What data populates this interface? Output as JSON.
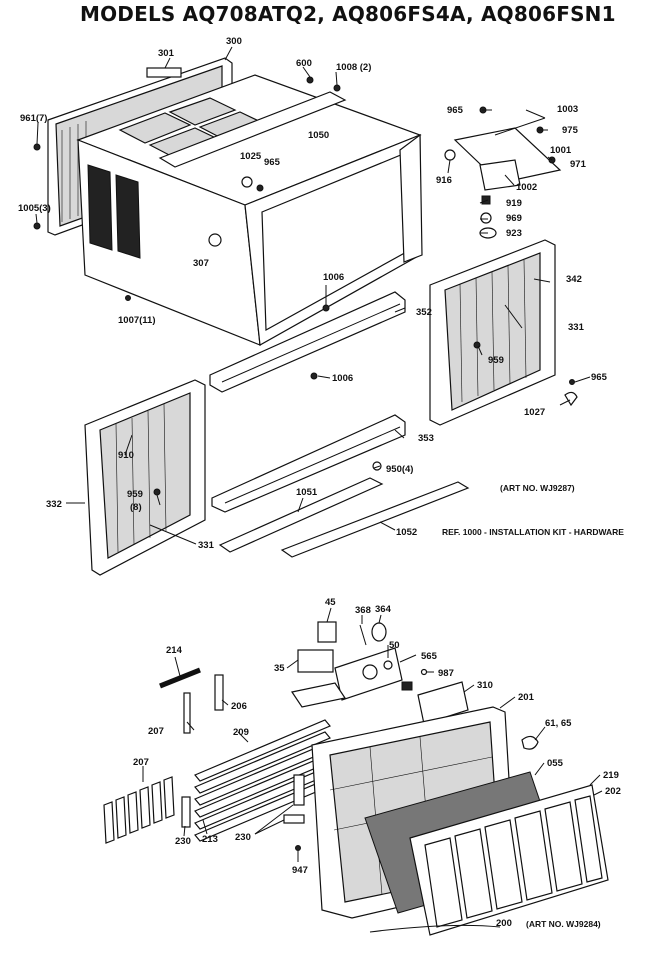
{
  "title": "MODELS AQ708ATQ2, AQ806FS4A, AQ806FSN1",
  "labels": [
    {
      "id": "301",
      "text": "301"
    },
    {
      "id": "300",
      "text": "300"
    },
    {
      "id": "600",
      "text": "600"
    },
    {
      "id": "1008",
      "text": "1008 (2)"
    },
    {
      "id": "1050",
      "text": "1050"
    },
    {
      "id": "961",
      "text": "961(7)"
    },
    {
      "id": "1005",
      "text": "1005(3)"
    },
    {
      "id": "1025",
      "text": "1025"
    },
    {
      "id": "965a",
      "text": "965"
    },
    {
      "id": "307",
      "text": "307"
    },
    {
      "id": "1007",
      "text": "1007(11)"
    },
    {
      "id": "965b",
      "text": "965"
    },
    {
      "id": "1003",
      "text": "1003"
    },
    {
      "id": "975",
      "text": "975"
    },
    {
      "id": "1001",
      "text": "1001"
    },
    {
      "id": "971",
      "text": "971"
    },
    {
      "id": "916",
      "text": "916"
    },
    {
      "id": "1002",
      "text": "1002"
    },
    {
      "id": "919",
      "text": "919"
    },
    {
      "id": "969",
      "text": "969"
    },
    {
      "id": "923",
      "text": "923"
    },
    {
      "id": "342",
      "text": "342"
    },
    {
      "id": "331a",
      "text": "331"
    },
    {
      "id": "959a",
      "text": "959"
    },
    {
      "id": "1006a",
      "text": "1006"
    },
    {
      "id": "352",
      "text": "352"
    },
    {
      "id": "1006b",
      "text": "1006"
    },
    {
      "id": "965c",
      "text": "965"
    },
    {
      "id": "1027",
      "text": "1027"
    },
    {
      "id": "910",
      "text": "910"
    },
    {
      "id": "353",
      "text": "353"
    },
    {
      "id": "950",
      "text": "950(4)"
    },
    {
      "id": "959b",
      "text": "959"
    },
    {
      "id": "8",
      "text": "(8)"
    },
    {
      "id": "332",
      "text": "332"
    },
    {
      "id": "1051",
      "text": "1051"
    },
    {
      "id": "331b",
      "text": "331"
    },
    {
      "id": "1052",
      "text": "1052"
    },
    {
      "id": "45",
      "text": "45"
    },
    {
      "id": "368",
      "text": "368"
    },
    {
      "id": "364",
      "text": "364"
    },
    {
      "id": "214",
      "text": "214"
    },
    {
      "id": "35",
      "text": "35"
    },
    {
      "id": "50",
      "text": "50"
    },
    {
      "id": "565",
      "text": "565"
    },
    {
      "id": "987",
      "text": "987"
    },
    {
      "id": "206",
      "text": "206"
    },
    {
      "id": "310",
      "text": "310"
    },
    {
      "id": "201",
      "text": "201"
    },
    {
      "id": "207a",
      "text": "207"
    },
    {
      "id": "209",
      "text": "209"
    },
    {
      "id": "61",
      "text": "61, 65"
    },
    {
      "id": "207b",
      "text": "207"
    },
    {
      "id": "055",
      "text": "055"
    },
    {
      "id": "219",
      "text": "219"
    },
    {
      "id": "202",
      "text": "202"
    },
    {
      "id": "230a",
      "text": "230"
    },
    {
      "id": "213",
      "text": "213"
    },
    {
      "id": "230b",
      "text": "230"
    },
    {
      "id": "947",
      "text": "947"
    },
    {
      "id": "200",
      "text": "200"
    }
  ],
  "notes": {
    "art_upper": "(ART NO. WJ9287)",
    "ref": "REF. 1000 - INSTALLATION KIT - HARDWARE",
    "art_lower": "(ART NO. WJ9284)"
  }
}
